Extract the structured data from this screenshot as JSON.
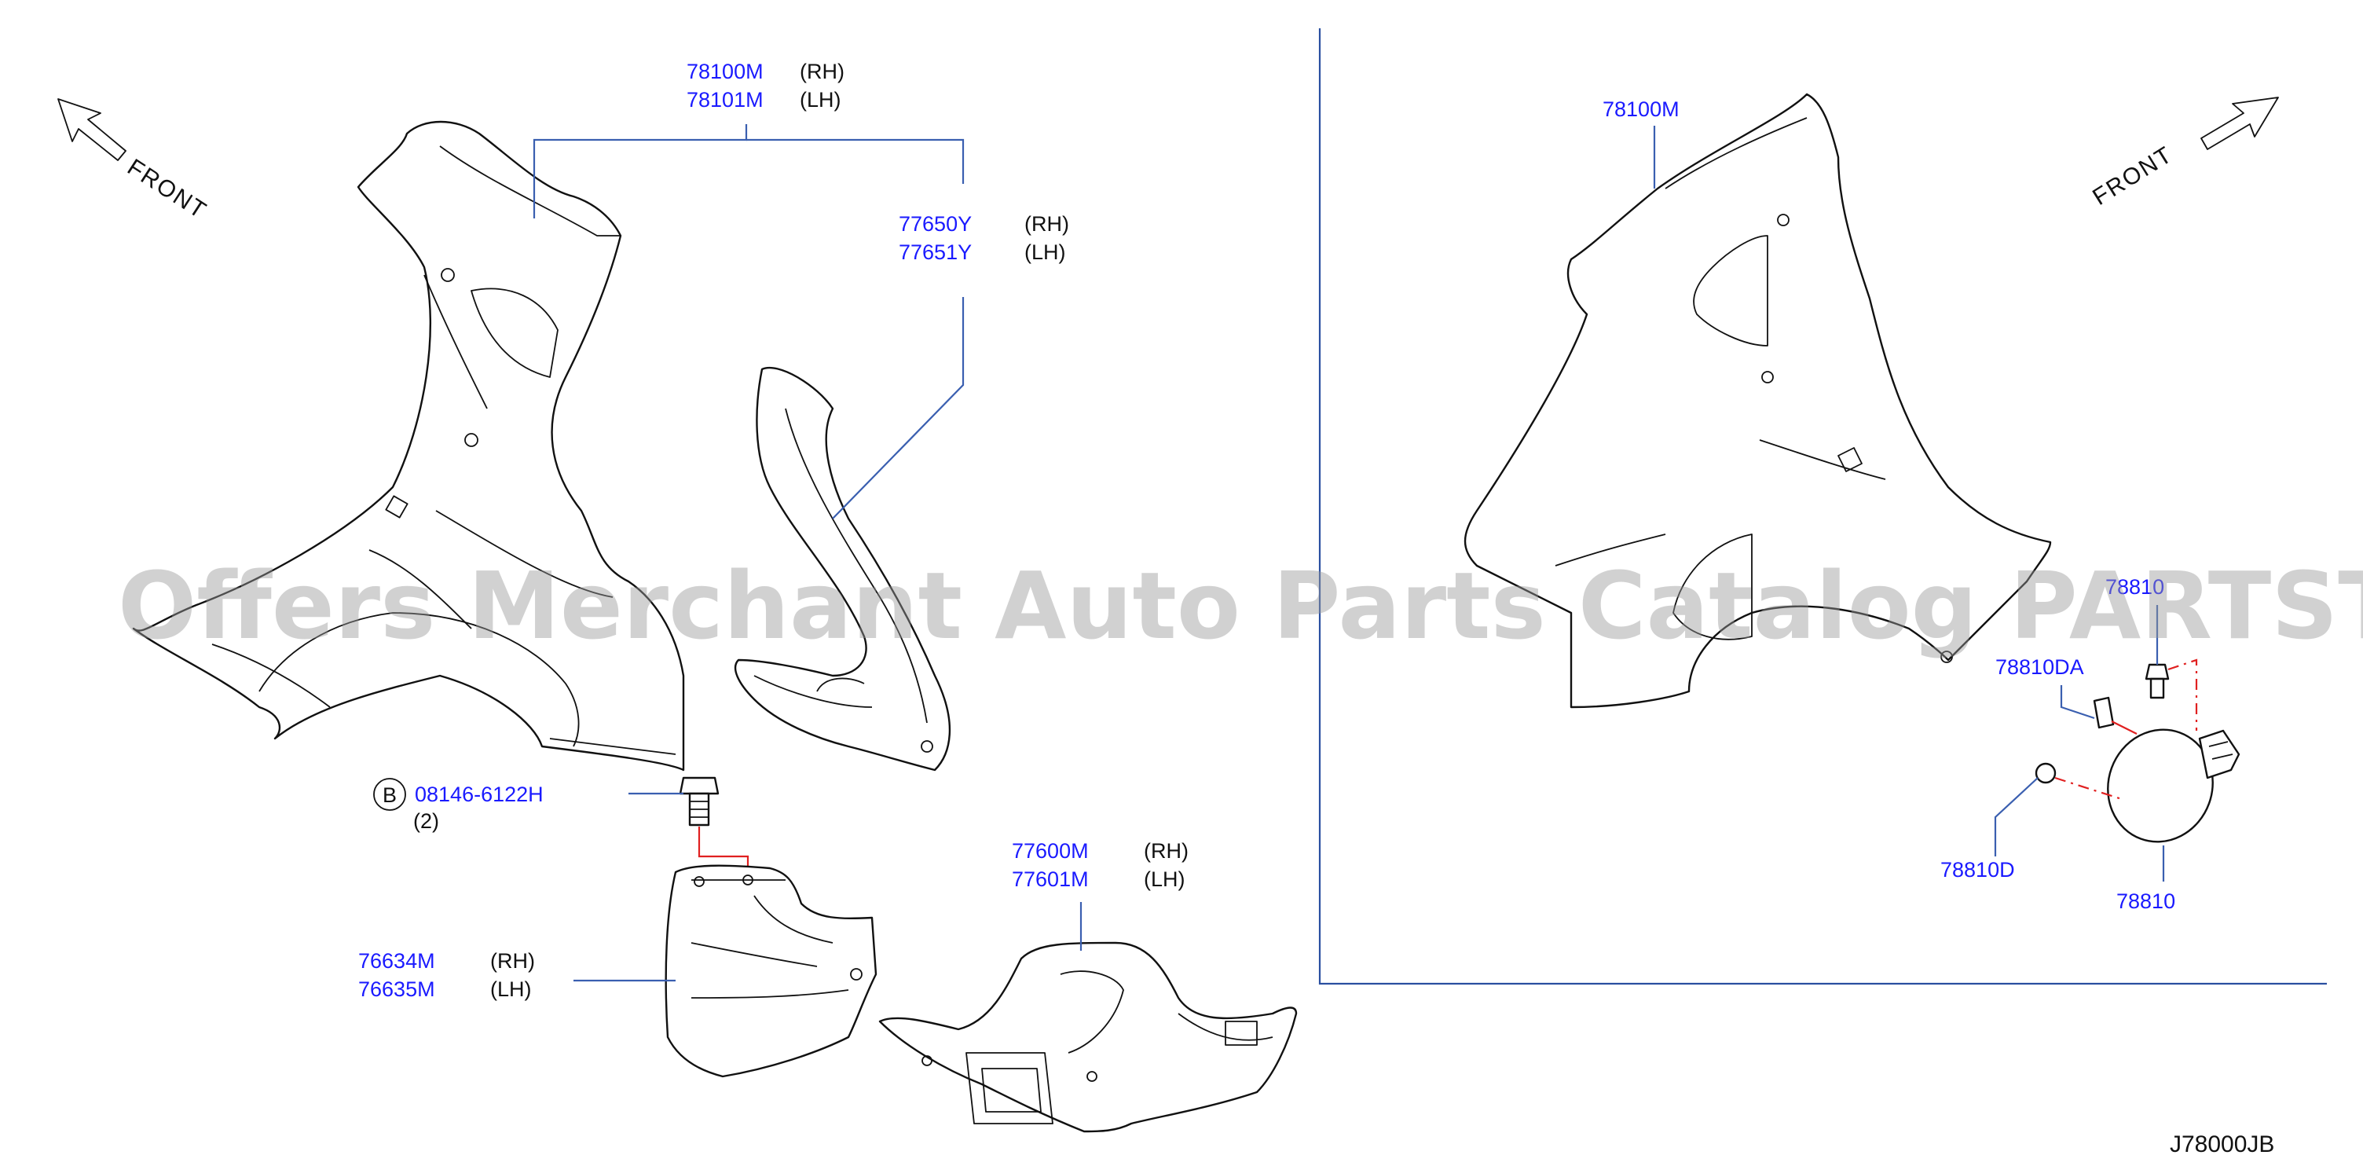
{
  "front_labels": {
    "left": "FRONT",
    "right": "FRONT"
  },
  "callouts": {
    "panel_left": {
      "rh": "78100M",
      "lh": "78101M",
      "rh_side": "(RH)",
      "lh_side": "(LH)"
    },
    "rear_arch": {
      "rh": "77650Y",
      "lh": "77651Y",
      "rh_side": "(RH)",
      "lh_side": "(LH)"
    },
    "bolt": {
      "badge": "B",
      "part": "08146-6122H",
      "qty": "(2)"
    },
    "bracket": {
      "rh": "76634M",
      "lh": "76635M",
      "rh_side": "(RH)",
      "lh_side": "(LH)"
    },
    "wheelhouse": {
      "rh": "77600M",
      "lh": "77601M",
      "rh_side": "(RH)",
      "lh_side": "(LH)"
    },
    "panel_right": {
      "part": "78100M"
    },
    "fuel_lid": {
      "screw": "78810",
      "spacer": "78810DA",
      "bumper": "78810D",
      "lid": "78810"
    }
  },
  "watermark": "Offers Merchant Auto Parts Catalog PARTSTORE.SA",
  "diagram_code": "J78000JB",
  "colors": {
    "part_number": "#1a1aff",
    "leader": "#3a5fb0",
    "fastener_guide": "#e02020"
  }
}
